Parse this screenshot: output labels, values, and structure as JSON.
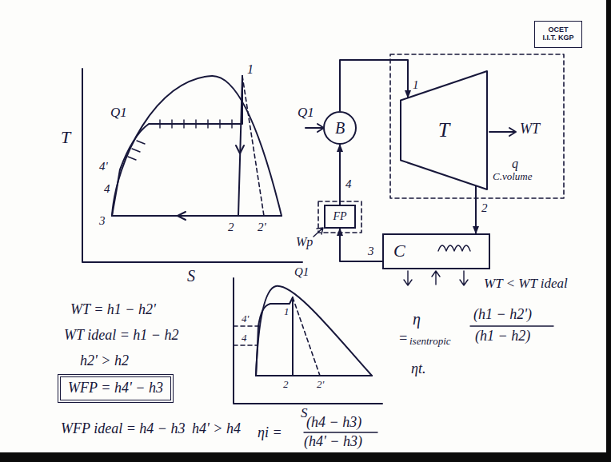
{
  "diagram": {
    "nodes": [
      {
        "text": [
          "OCET I.I.T. KGP"
        ]
      },
      {
        "text": [
          "B"
        ]
      },
      {
        "text": [
          "T"
        ]
      },
      {
        "text": [
          "FP"
        ]
      },
      {
        "text": [
          "C"
        ]
      },
      {
        "text": [
          "WFP = h4' − h3"
        ]
      }
    ],
    "edges": [
      {
        "from": 1,
        "to": 2,
        "arrow": "to"
      },
      {
        "from": 2,
        "to": 4,
        "arrow": "to"
      },
      {
        "from": 4,
        "to": 3,
        "arrow": "to"
      },
      {
        "from": 3,
        "to": 1,
        "arrow": "to"
      }
    ],
    "labels": [
      "T",
      "S",
      "Q1",
      "1",
      "4'",
      "4",
      "3",
      "2",
      "2'",
      "Q1",
      "1",
      "WT",
      "q",
      "C.volume",
      "2",
      "4",
      "Wp",
      "3",
      "Q1",
      "4'",
      "4",
      "1",
      "2",
      "2'",
      "S",
      "WT = h1 − h2'",
      "WT ideal = h1 − h2",
      "h2' > h2",
      "WFP ideal = h4 − h3",
      "h4' > h4",
      "ηi =",
      "(h4 − h3)",
      "(h4' − h3)",
      "WT < WT ideal",
      "η",
      "=",
      "isentropic",
      "(h1 − h2')",
      "(h1 − h2)",
      "ηt."
    ]
  }
}
